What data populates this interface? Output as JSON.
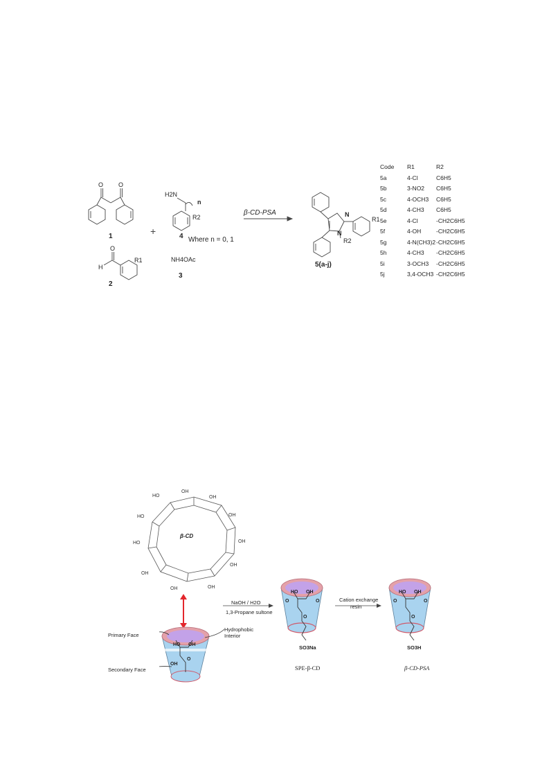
{
  "scheme1": {
    "compound_1": "1",
    "compound_2": "2",
    "compound_3": "3",
    "compound_4": "4",
    "product": "5(a-j)",
    "plus": "+",
    "amine_label": "H2N",
    "n_label": "n",
    "r1": "R1",
    "r2": "R2",
    "where": "Where n = 0, 1",
    "reagent_3": "NH4OAc",
    "catalyst": "β-CD-PSA",
    "aldehyde_O": "O",
    "aldehyde_H": "H",
    "ring_N": "N"
  },
  "table": {
    "headers": [
      "Code",
      "R1",
      "R2"
    ],
    "rows": [
      [
        "5a",
        "4-Cl",
        "C6H5"
      ],
      [
        "5b",
        "3-NO2",
        "C6H5"
      ],
      [
        "5c",
        "4-OCH3",
        "C6H5"
      ],
      [
        "5d",
        "4-CH3",
        "C6H5"
      ],
      [
        "5e",
        "4-Cl",
        "-CH2C6H5"
      ],
      [
        "5f",
        "4-OH",
        "-CH2C6H5"
      ],
      [
        "5g",
        "4-N(CH3)2",
        "-CH2C6H5"
      ],
      [
        "5h",
        "4-CH3",
        "-CH2C6H5"
      ],
      [
        "5i",
        "3-OCH3",
        "-CH2C6H5"
      ],
      [
        "5j",
        "3,4-OCH3",
        "-CH2C6H5"
      ]
    ]
  },
  "scheme2": {
    "cd_label": "β-CD",
    "primary_face": "Primary Face",
    "secondary_face": "Secondary Face",
    "hydrophobic": "Hydrophobic",
    "interior": "Interior",
    "step1_top": "NaOH / H2O",
    "step1_bottom": "1,3-Propane sultone",
    "step2_top": "Cation exchange",
    "step2_bottom": "resin",
    "so3na": "SO3Na",
    "so3h": "SO3H",
    "spe_label": "SPE-β-CD",
    "psa_label": "β-CD-PSA",
    "ho": "HO",
    "oh": "OH",
    "o": "O"
  },
  "colors": {
    "cone_blue": "#a9d3ef",
    "cone_edge": "#5c7f9a",
    "ring_pink": "#e4a1a9",
    "ring_purple": "#c3a2e8",
    "arrow_red": "#e3262c"
  }
}
